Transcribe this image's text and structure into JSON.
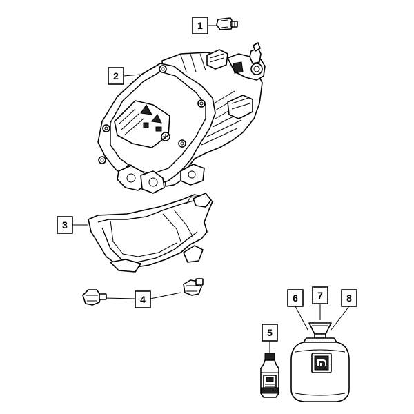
{
  "callouts": [
    {
      "id": "1",
      "label": "1"
    },
    {
      "id": "2",
      "label": "2"
    },
    {
      "id": "3",
      "label": "3"
    },
    {
      "id": "4",
      "label": "4"
    },
    {
      "id": "5",
      "label": "5"
    },
    {
      "id": "6",
      "label": "6"
    },
    {
      "id": "7",
      "label": "7"
    },
    {
      "id": "8",
      "label": "8"
    }
  ],
  "parts": [
    {
      "callout": "1",
      "icon": "bolt-icon"
    },
    {
      "callout": "2",
      "icon": "compressor-icon"
    },
    {
      "callout": "3",
      "icon": "shield-cover-icon"
    },
    {
      "callout": "4",
      "icon": "bolt-icon"
    },
    {
      "callout": "5",
      "icon": "oil-bottle-icon"
    },
    {
      "callout": "6",
      "icon": "refrigerant-canister-icon"
    },
    {
      "callout": "7",
      "icon": "refrigerant-canister-icon"
    },
    {
      "callout": "8",
      "icon": "refrigerant-canister-icon"
    }
  ]
}
